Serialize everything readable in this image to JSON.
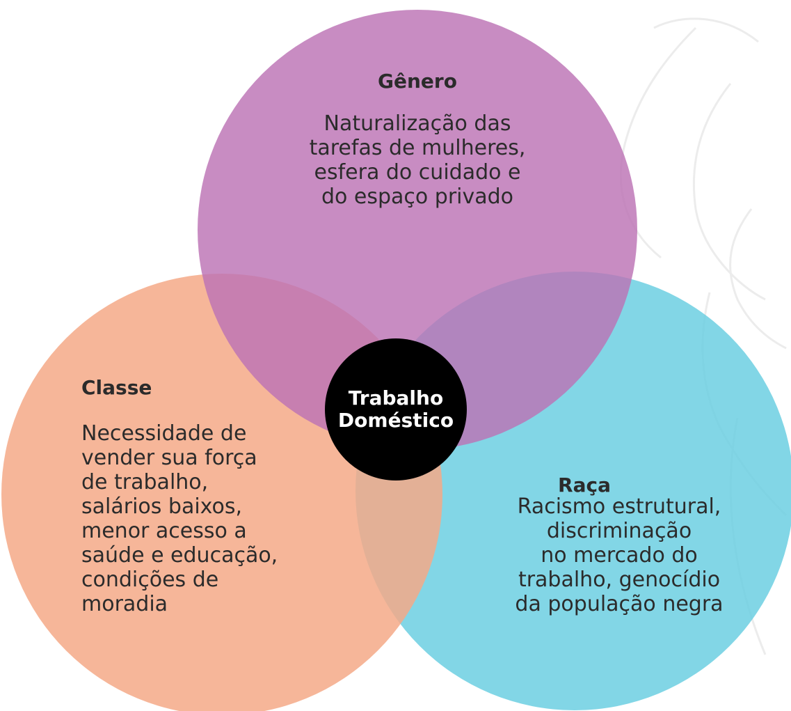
{
  "diagram": {
    "center": {
      "label": "Trabalho\nDoméstico"
    },
    "circles": [
      {
        "id": "genero",
        "title": "Gênero",
        "text": "Naturalização das\ntarefas de mulheres,\nesfera do cuidado e\ndo espaço privado",
        "color": "#C183BD"
      },
      {
        "id": "classe",
        "title": "Classe",
        "text": "Necessidade de\nvender sua força\nde trabalho,\nsalários baixos,\nmenor acesso a\nsaúde e educação,\ncondições de\nmoradia",
        "color": "#F4A987"
      },
      {
        "id": "raca",
        "title": "Raça",
        "text": "Racismo estrutural,\ndiscriminação\nno mercado do\ntrabalho, genocídio\nda população negra",
        "color": "#6CCFE2"
      }
    ],
    "center_color": "#000000"
  }
}
